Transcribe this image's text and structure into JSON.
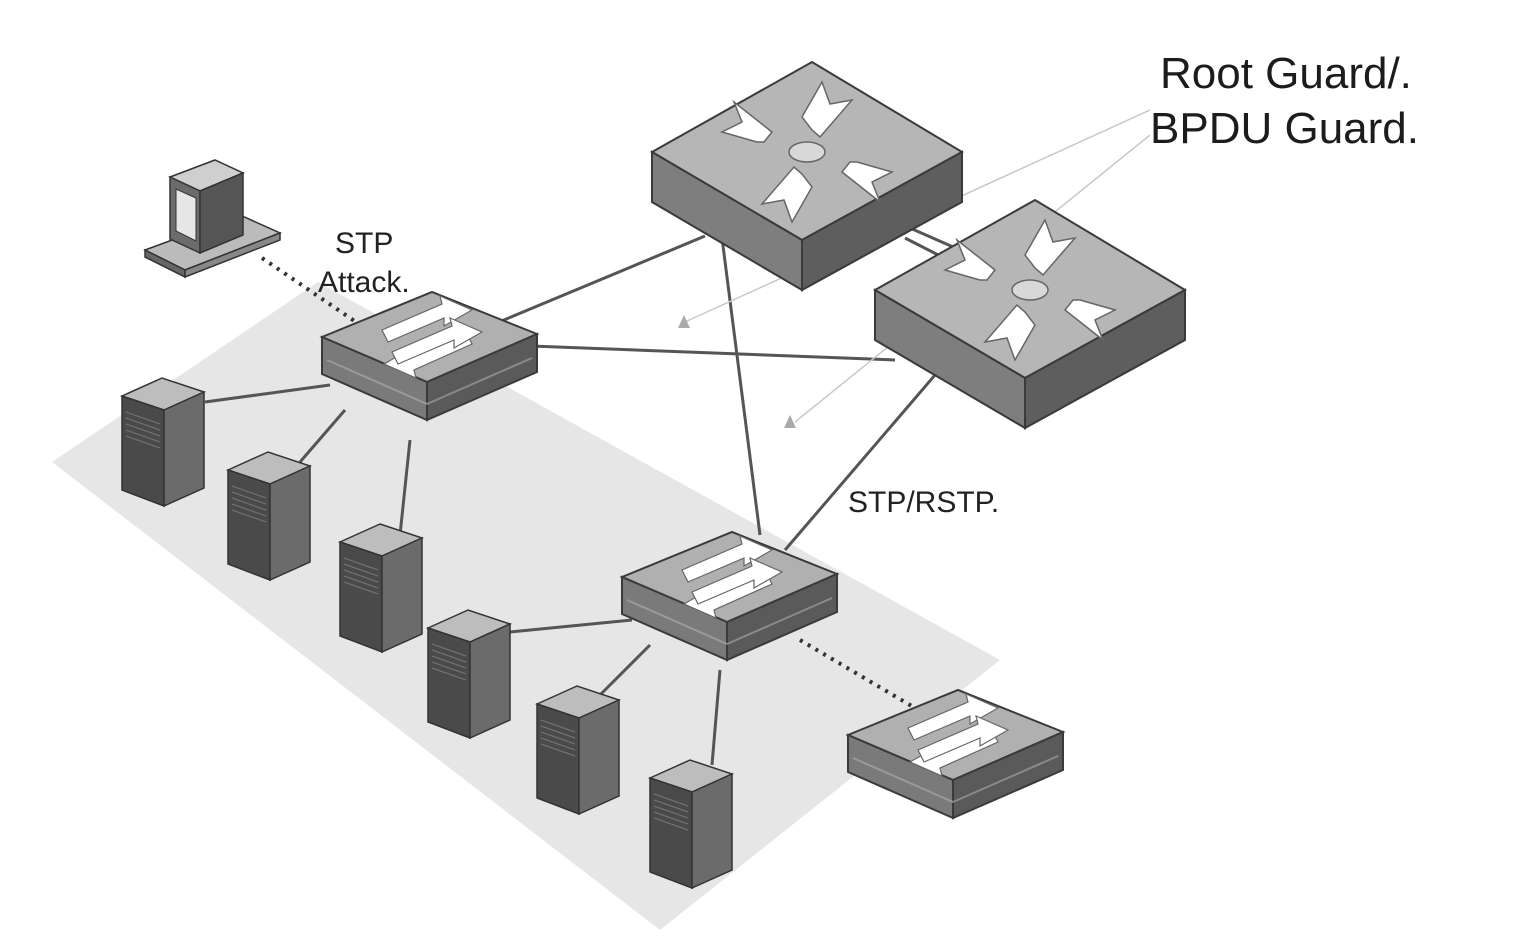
{
  "labels": {
    "guard_line1": "Root Guard/.",
    "guard_line2": "BPDU Guard.",
    "stp_attack_line1": "STP",
    "stp_attack_line2": "Attack.",
    "stp_rstp": "STP/RSTP."
  },
  "colors": {
    "zone_fill": "#e6e6e6",
    "device_top": "#b4b4b4",
    "device_front": "#7c7c7c",
    "device_side": "#5e5e5e",
    "server_face": "#4a4a4a",
    "link_line": "#555555"
  },
  "icons": [
    "router-icon",
    "switch-icon",
    "server-icon",
    "computer-icon"
  ]
}
